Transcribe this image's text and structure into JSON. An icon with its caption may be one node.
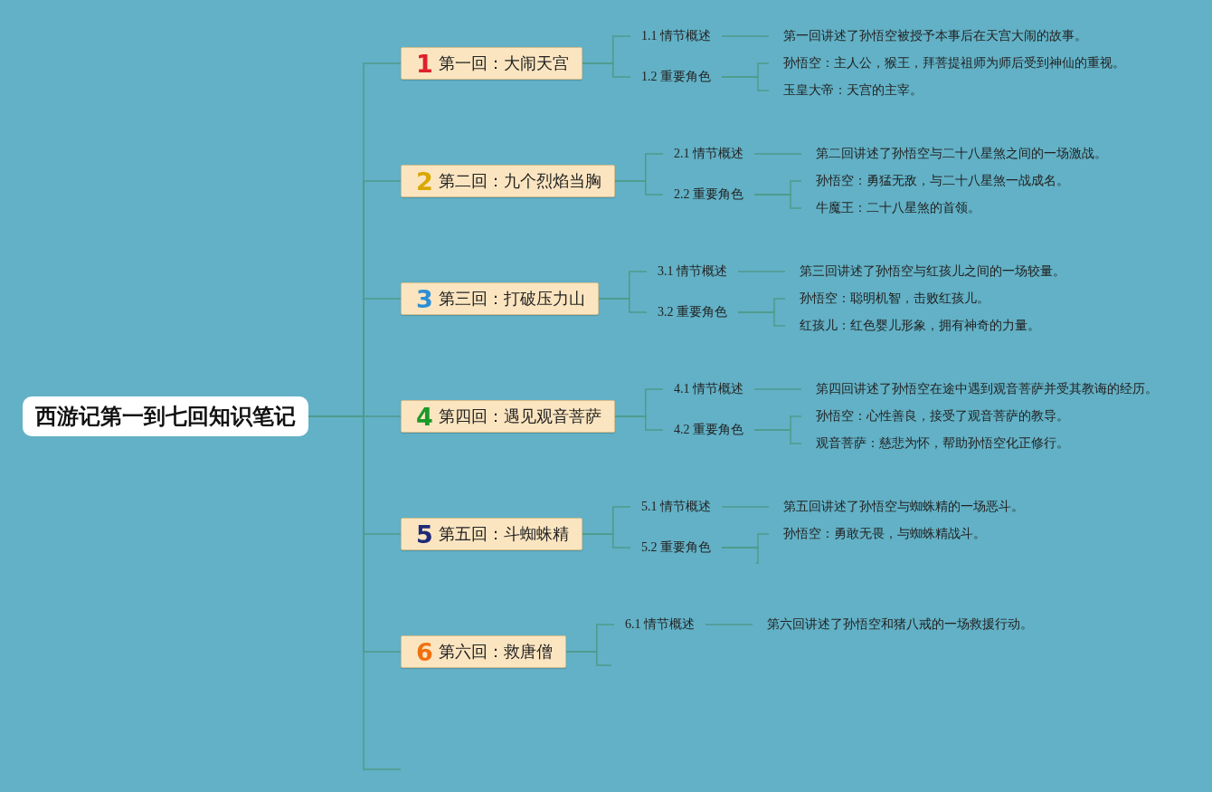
{
  "diagram": {
    "nodes": [
      {
        "text": [
          "西游记第一到七回知识笔记"
        ]
      },
      {
        "text": [
          "1",
          "第一回：大闹天宫"
        ]
      },
      {
        "text": [
          "1.1 情节概述"
        ]
      },
      {
        "text": [
          "第一回讲述了孙悟空被授予本事后在天宫大闹的故事。"
        ]
      },
      {
        "text": [
          "1.2 重要角色"
        ]
      },
      {
        "text": [
          "孙悟空：主人公，猴王，拜菩提祖师为师后受到神仙的重视。"
        ]
      },
      {
        "text": [
          "玉皇大帝：天宫的主宰。"
        ]
      },
      {
        "text": [
          "2",
          "第二回：九个烈焰当胸"
        ]
      },
      {
        "text": [
          "2.1 情节概述"
        ]
      },
      {
        "text": [
          "第二回讲述了孙悟空与二十八星煞之间的一场激战。"
        ]
      },
      {
        "text": [
          "2.2 重要角色"
        ]
      },
      {
        "text": [
          "孙悟空：勇猛无敌，与二十八星煞一战成名。"
        ]
      },
      {
        "text": [
          "牛魔王：二十八星煞的首领。"
        ]
      },
      {
        "text": [
          "3",
          "第三回：打破压力山"
        ]
      },
      {
        "text": [
          "3.1 情节概述"
        ]
      },
      {
        "text": [
          "第三回讲述了孙悟空与红孩儿之间的一场较量。"
        ]
      },
      {
        "text": [
          "3.2 重要角色"
        ]
      },
      {
        "text": [
          "孙悟空：聪明机智，击败红孩儿。"
        ]
      },
      {
        "text": [
          "红孩儿：红色婴儿形象，拥有神奇的力量。"
        ]
      },
      {
        "text": [
          "4",
          "第四回：遇见观音菩萨"
        ]
      },
      {
        "text": [
          "4.1 情节概述"
        ]
      },
      {
        "text": [
          "第四回讲述了孙悟空在途中遇到观音菩萨并受其教诲的经历。"
        ]
      },
      {
        "text": [
          "4.2 重要角色"
        ]
      },
      {
        "text": [
          "孙悟空：心性善良，接受了观音菩萨的教导。"
        ]
      },
      {
        "text": [
          "观音菩萨：慈悲为怀，帮助孙悟空化正修行。"
        ]
      },
      {
        "text": [
          "5",
          "第五回：斗蜘蛛精"
        ]
      },
      {
        "text": [
          "5.1 情节概述"
        ]
      },
      {
        "text": [
          "第五回讲述了孙悟空与蜘蛛精的一场恶斗。"
        ]
      },
      {
        "text": [
          "5.2 重要角色"
        ]
      },
      {
        "text": [
          "孙悟空：勇敢无畏，与蜘蛛精战斗。"
        ]
      },
      {
        "text": [
          "6",
          "第六回：救唐僧"
        ]
      },
      {
        "text": [
          "6.1 情节概述"
        ]
      },
      {
        "text": [
          "第六回讲述了孙悟空和猪八戒的一场救援行动。"
        ]
      }
    ],
    "edges": [
      {
        "from": 0,
        "to": 1,
        "arrow": "none"
      },
      {
        "from": 1,
        "to": 2,
        "arrow": "none"
      },
      {
        "from": 2,
        "to": 3,
        "arrow": "none"
      },
      {
        "from": 1,
        "to": 4,
        "arrow": "none"
      },
      {
        "from": 4,
        "to": 5,
        "arrow": "none"
      },
      {
        "from": 4,
        "to": 6,
        "arrow": "none"
      },
      {
        "from": 0,
        "to": 7,
        "arrow": "none"
      },
      {
        "from": 7,
        "to": 8,
        "arrow": "none"
      },
      {
        "from": 8,
        "to": 9,
        "arrow": "none"
      },
      {
        "from": 7,
        "to": 10,
        "arrow": "none"
      },
      {
        "from": 10,
        "to": 11,
        "arrow": "none"
      },
      {
        "from": 10,
        "to": 12,
        "arrow": "none"
      },
      {
        "from": 0,
        "to": 13,
        "arrow": "none"
      },
      {
        "from": 13,
        "to": 14,
        "arrow": "none"
      },
      {
        "from": 14,
        "to": 15,
        "arrow": "none"
      },
      {
        "from": 13,
        "to": 16,
        "arrow": "none"
      },
      {
        "from": 16,
        "to": 17,
        "arrow": "none"
      },
      {
        "from": 16,
        "to": 18,
        "arrow": "none"
      },
      {
        "from": 0,
        "to": 19,
        "arrow": "none"
      },
      {
        "from": 19,
        "to": 20,
        "arrow": "none"
      },
      {
        "from": 20,
        "to": 21,
        "arrow": "none"
      },
      {
        "from": 19,
        "to": 22,
        "arrow": "none"
      },
      {
        "from": 22,
        "to": 23,
        "arrow": "none"
      },
      {
        "from": 22,
        "to": 24,
        "arrow": "none"
      },
      {
        "from": 0,
        "to": 25,
        "arrow": "none"
      },
      {
        "from": 25,
        "to": 26,
        "arrow": "none"
      },
      {
        "from": 26,
        "to": 27,
        "arrow": "none"
      },
      {
        "from": 25,
        "to": 28,
        "arrow": "none"
      },
      {
        "from": 28,
        "to": 29,
        "arrow": "none"
      },
      {
        "from": 28,
        "to": null,
        "arrow": "none"
      },
      {
        "from": 0,
        "to": 30,
        "arrow": "none"
      },
      {
        "from": 30,
        "to": 31,
        "arrow": "none"
      },
      {
        "from": 31,
        "to": 32,
        "arrow": "none"
      },
      {
        "from": 30,
        "to": null,
        "arrow": "none"
      },
      {
        "from": 0,
        "to": null,
        "arrow": "none"
      }
    ]
  }
}
